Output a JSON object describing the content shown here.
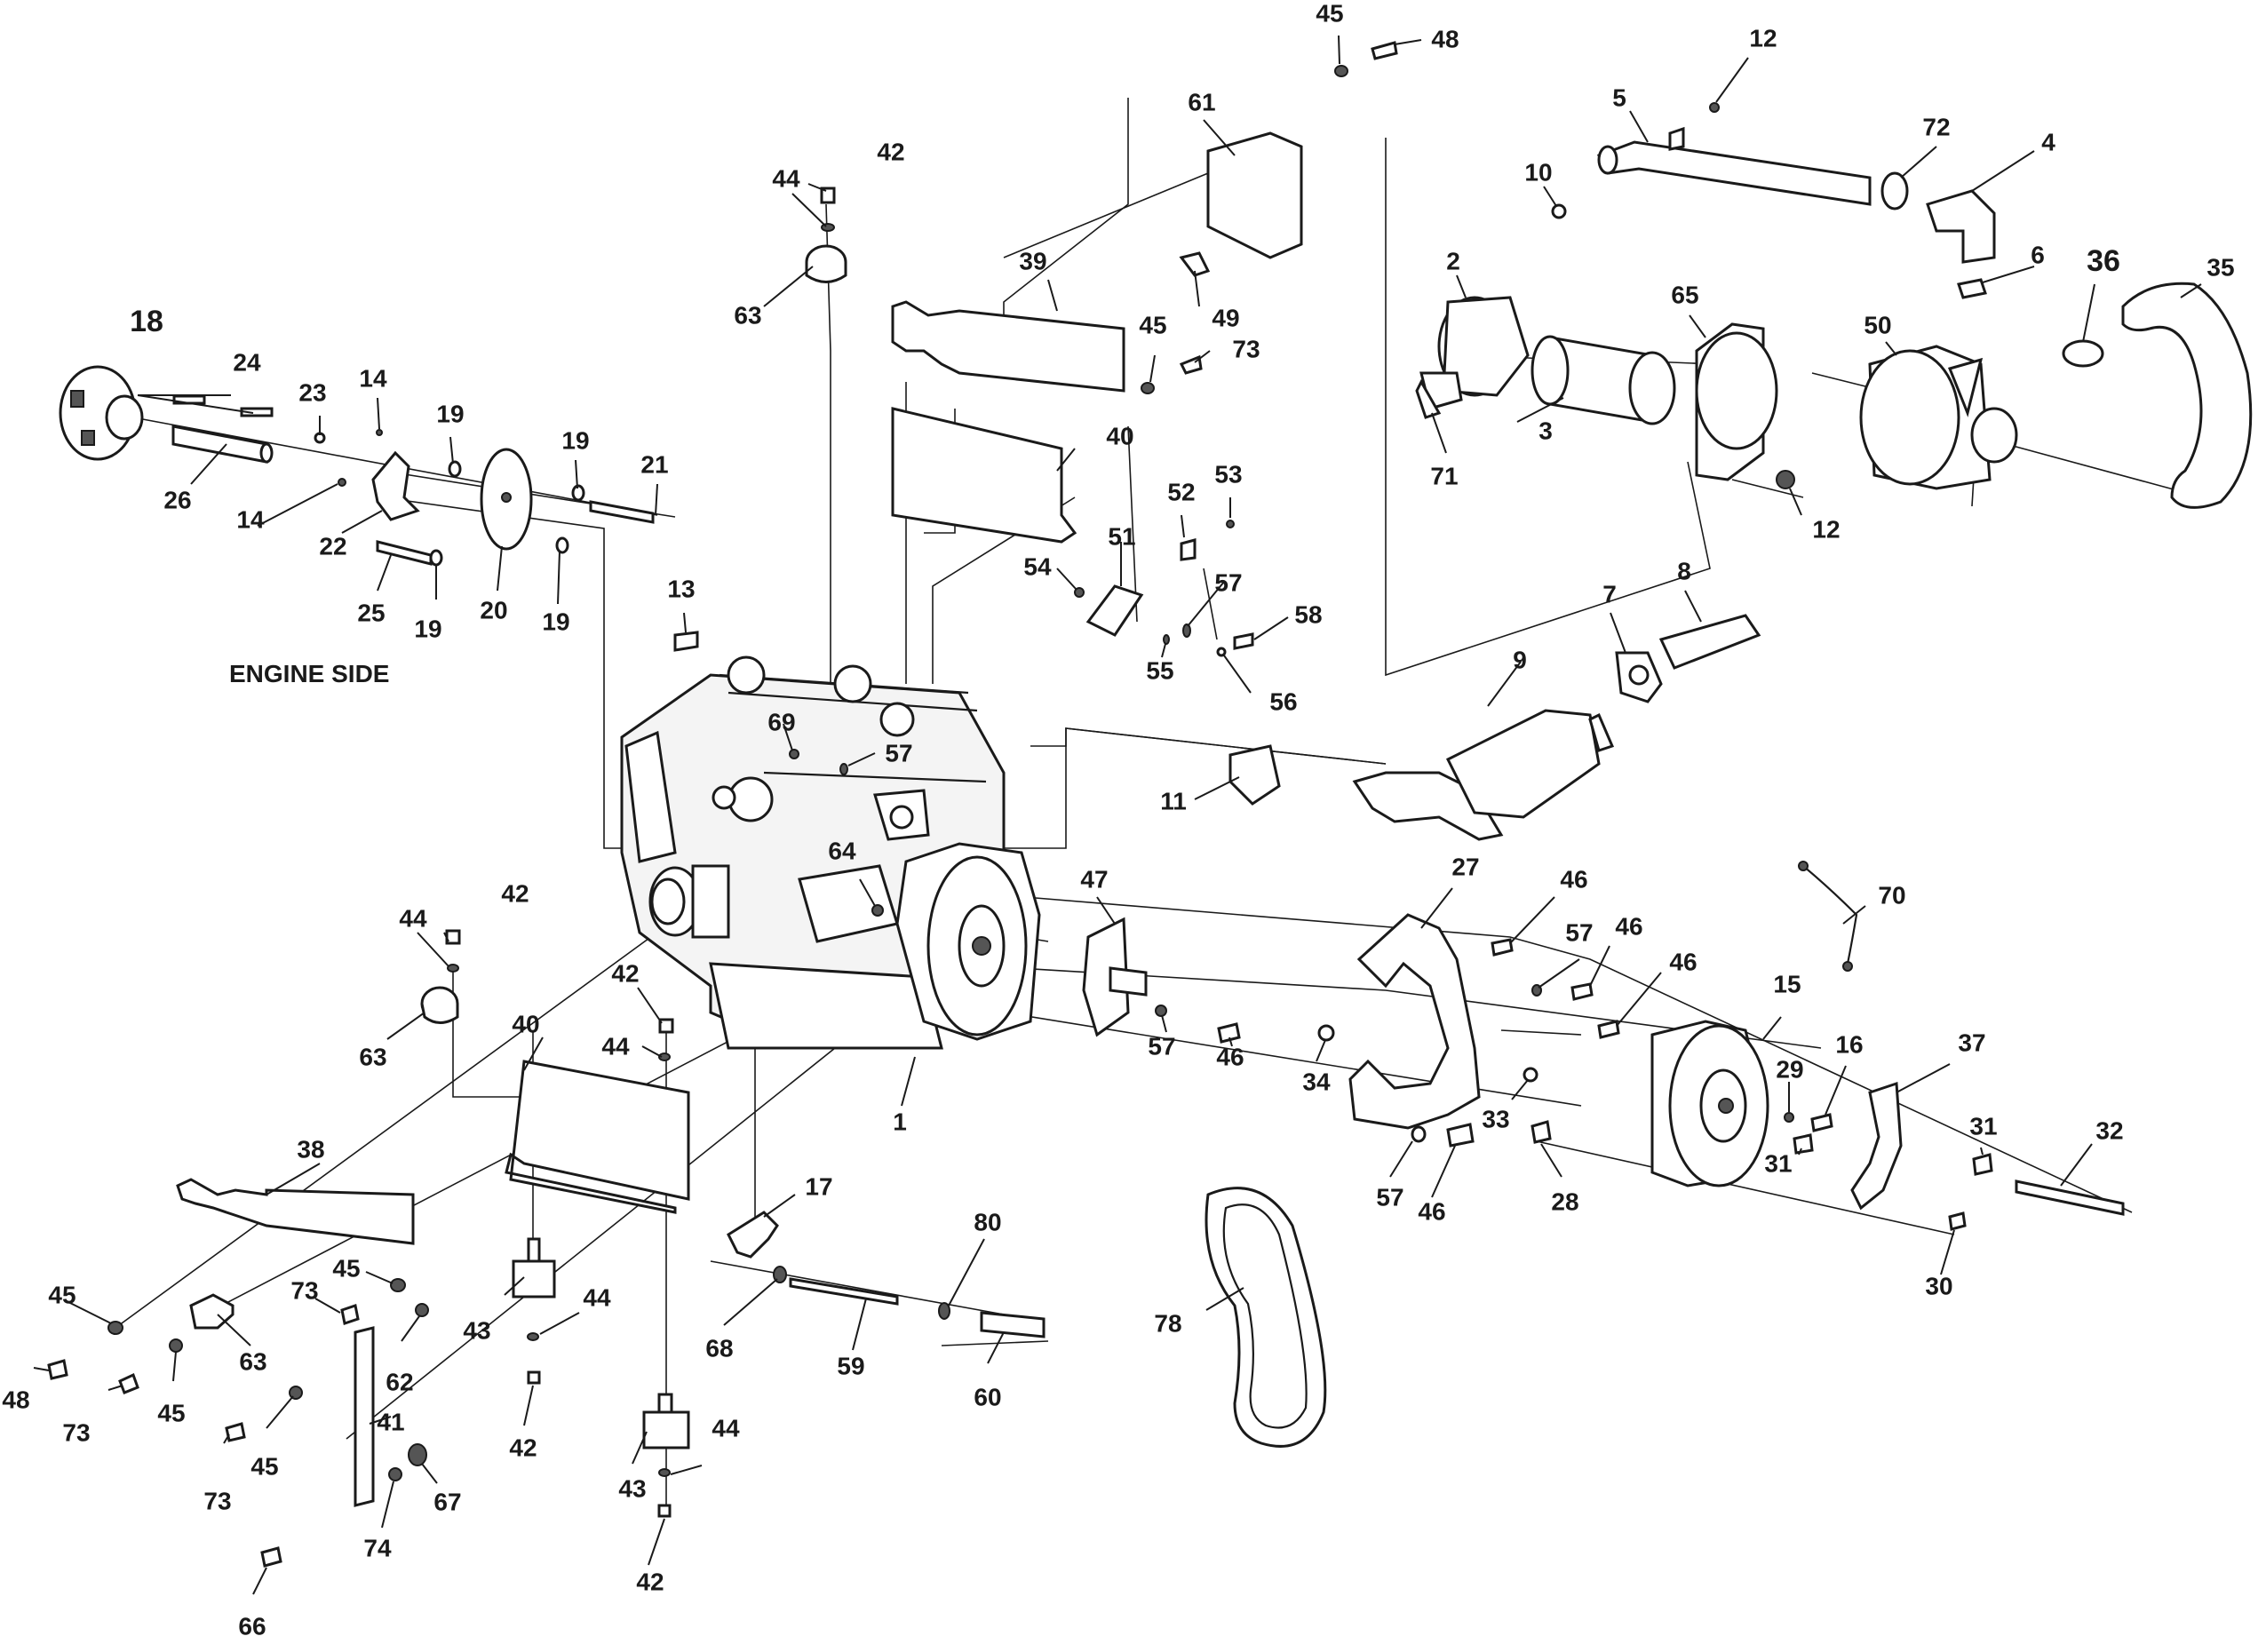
{
  "caption": "ENGINE SIDE",
  "callouts": [
    {
      "id": "c18",
      "text": "18"
    },
    {
      "id": "c24",
      "text": "24"
    },
    {
      "id": "c26",
      "text": "26"
    },
    {
      "id": "c23",
      "text": "23"
    },
    {
      "id": "c14a",
      "text": "14"
    },
    {
      "id": "c14b",
      "text": "14"
    },
    {
      "id": "c22",
      "text": "22"
    },
    {
      "id": "c19a",
      "text": "19"
    },
    {
      "id": "c19b",
      "text": "19"
    },
    {
      "id": "c19c",
      "text": "19"
    },
    {
      "id": "c19d",
      "text": "19"
    },
    {
      "id": "c21",
      "text": "21"
    },
    {
      "id": "c25",
      "text": "25"
    },
    {
      "id": "c20",
      "text": "20"
    },
    {
      "id": "c13",
      "text": "13"
    },
    {
      "id": "c44a",
      "text": "44"
    },
    {
      "id": "c42a",
      "text": "42"
    },
    {
      "id": "c63a",
      "text": "63"
    },
    {
      "id": "c39",
      "text": "39"
    },
    {
      "id": "c45a",
      "text": "45"
    },
    {
      "id": "c73a",
      "text": "73"
    },
    {
      "id": "c40a",
      "text": "40"
    },
    {
      "id": "c61",
      "text": "61"
    },
    {
      "id": "c45b",
      "text": "45"
    },
    {
      "id": "c48a",
      "text": "48"
    },
    {
      "id": "c49",
      "text": "49"
    },
    {
      "id": "c52",
      "text": "52"
    },
    {
      "id": "c53",
      "text": "53"
    },
    {
      "id": "c51",
      "text": "51"
    },
    {
      "id": "c54",
      "text": "54"
    },
    {
      "id": "c57a",
      "text": "57"
    },
    {
      "id": "c58",
      "text": "58"
    },
    {
      "id": "c55",
      "text": "55"
    },
    {
      "id": "c56",
      "text": "56"
    },
    {
      "id": "c69",
      "text": "69"
    },
    {
      "id": "c57b",
      "text": "57"
    },
    {
      "id": "c11",
      "text": "11"
    },
    {
      "id": "c9",
      "text": "9"
    },
    {
      "id": "c7",
      "text": "7"
    },
    {
      "id": "c8",
      "text": "8"
    },
    {
      "id": "c12a",
      "text": "12"
    },
    {
      "id": "c5",
      "text": "5"
    },
    {
      "id": "c10",
      "text": "10"
    },
    {
      "id": "c72",
      "text": "72"
    },
    {
      "id": "c4",
      "text": "4"
    },
    {
      "id": "c6",
      "text": "6"
    },
    {
      "id": "c36",
      "text": "36"
    },
    {
      "id": "c35",
      "text": "35"
    },
    {
      "id": "c2",
      "text": "2"
    },
    {
      "id": "c65",
      "text": "65"
    },
    {
      "id": "c50",
      "text": "50"
    },
    {
      "id": "c3",
      "text": "3"
    },
    {
      "id": "c71",
      "text": "71"
    },
    {
      "id": "c12b",
      "text": "12"
    },
    {
      "id": "c64",
      "text": "64"
    },
    {
      "id": "c47",
      "text": "47"
    },
    {
      "id": "c27",
      "text": "27"
    },
    {
      "id": "c46a",
      "text": "46"
    },
    {
      "id": "c57c",
      "text": "57"
    },
    {
      "id": "c46b",
      "text": "46"
    },
    {
      "id": "c46c",
      "text": "46"
    },
    {
      "id": "c70",
      "text": "70"
    },
    {
      "id": "c15",
      "text": "15"
    },
    {
      "id": "c57d",
      "text": "57"
    },
    {
      "id": "c46d",
      "text": "46"
    },
    {
      "id": "c34",
      "text": "34"
    },
    {
      "id": "c1",
      "text": "1"
    },
    {
      "id": "c33",
      "text": "33"
    },
    {
      "id": "c29",
      "text": "29"
    },
    {
      "id": "c16",
      "text": "16"
    },
    {
      "id": "c37",
      "text": "37"
    },
    {
      "id": "c31a",
      "text": "31"
    },
    {
      "id": "c31b",
      "text": "31"
    },
    {
      "id": "c32",
      "text": "32"
    },
    {
      "id": "c57e",
      "text": "57"
    },
    {
      "id": "c46e",
      "text": "46"
    },
    {
      "id": "c28",
      "text": "28"
    },
    {
      "id": "c30",
      "text": "30"
    },
    {
      "id": "c44b",
      "text": "44"
    },
    {
      "id": "c42b",
      "text": "42"
    },
    {
      "id": "c63b",
      "text": "63"
    },
    {
      "id": "c42c",
      "text": "42"
    },
    {
      "id": "c40b",
      "text": "40"
    },
    {
      "id": "c44c",
      "text": "44"
    },
    {
      "id": "c38",
      "text": "38"
    },
    {
      "id": "c17",
      "text": "17"
    },
    {
      "id": "c80",
      "text": "80"
    },
    {
      "id": "c45c",
      "text": "45"
    },
    {
      "id": "c45d",
      "text": "45"
    },
    {
      "id": "c73b",
      "text": "73"
    },
    {
      "id": "c63c",
      "text": "63"
    },
    {
      "id": "c48b",
      "text": "48"
    },
    {
      "id": "c73c",
      "text": "73"
    },
    {
      "id": "c45e",
      "text": "45"
    },
    {
      "id": "c43a",
      "text": "43"
    },
    {
      "id": "c44d",
      "text": "44"
    },
    {
      "id": "c62",
      "text": "62"
    },
    {
      "id": "c68",
      "text": "68"
    },
    {
      "id": "c59",
      "text": "59"
    },
    {
      "id": "c60",
      "text": "60"
    },
    {
      "id": "c78",
      "text": "78"
    },
    {
      "id": "c42d",
      "text": "42"
    },
    {
      "id": "c45f",
      "text": "45"
    },
    {
      "id": "c73d",
      "text": "73"
    },
    {
      "id": "c41",
      "text": "41"
    },
    {
      "id": "c67",
      "text": "67"
    },
    {
      "id": "c74",
      "text": "74"
    },
    {
      "id": "c43b",
      "text": "43"
    },
    {
      "id": "c44e",
      "text": "44"
    },
    {
      "id": "c66",
      "text": "66"
    },
    {
      "id": "c42e",
      "text": "42"
    }
  ]
}
